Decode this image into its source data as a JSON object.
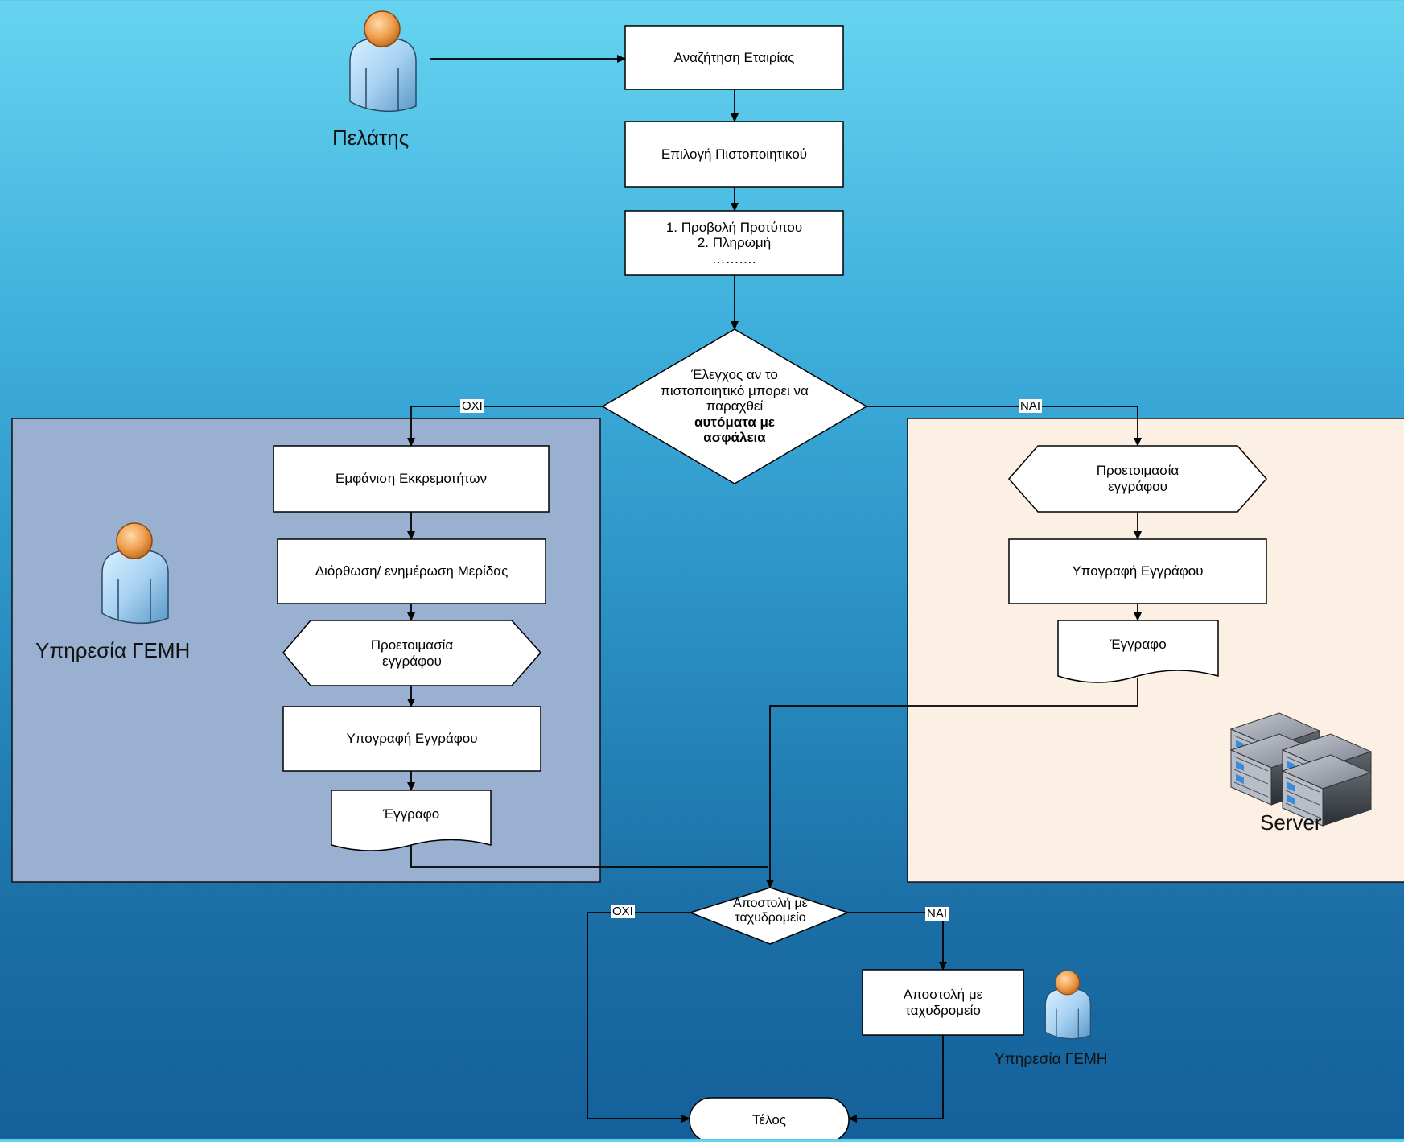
{
  "nodes": {
    "search_company": "Αναζήτηση Εταιρίας",
    "select_certificate": "Επιλογή Πιστοποιητικού",
    "preview_payment": "1. Προβολή Προτύπου\n2. Πληρωμή\n…….…",
    "decision_auto_line1": "Έλεγχος αν το\nπιστοποιητικό μπορει να\nπαραχθεί",
    "decision_auto_bold": "αυτόματα με\nασφάλεια",
    "show_pending": "Εμφάνιση Εκκρεμοτήτων",
    "correct_update": "Διόρθωση/ ενημέρωση Μερίδας",
    "prepare_doc_left": "Προετοιμασία\nεγγράφου",
    "sign_doc_left": "Υπογραφή Εγγράφου",
    "document_left": "Έγγραφο",
    "prepare_doc_right": "Προετοιμασία\nεγγράφου",
    "sign_doc_right": "Υπογραφή Εγγράφου",
    "document_right": "Έγγραφο",
    "decision_post": "Αποστολή με\nταχυδρομείο",
    "send_post": "Αποστολή με\nταχυδρομείο",
    "end": "Τέλος"
  },
  "edge_labels": {
    "no_top": "ΟΧΙ",
    "yes_top": "ΝΑΙ",
    "no_bottom": "ΟΧΙ",
    "yes_bottom": "ΝΑΙ"
  },
  "actors": {
    "customer": "Πελάτης",
    "gemi_service_left": "Υπηρεσία ΓΕΜΗ",
    "server": "Server",
    "gemi_service_bottom": "Υπηρεσία ΓΕΜΗ"
  },
  "icons": {
    "customer": "person-icon",
    "gemi_service_left": "person-icon",
    "server": "server-rack-icon",
    "gemi_service_bottom": "person-icon"
  },
  "colors": {
    "left_lane": "#9ab0d0",
    "right_lane": "#fcefe4",
    "node_fill": "#ffffff",
    "line": "#000000"
  }
}
